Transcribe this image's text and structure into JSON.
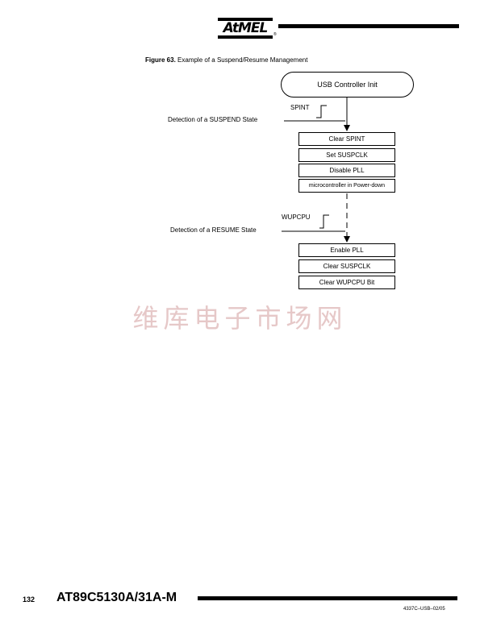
{
  "header": {
    "logo_text": "AtMEL",
    "registered_mark": "®"
  },
  "figure": {
    "number": "Figure 63.",
    "title": "Example of a Suspend/Resume Management"
  },
  "flow": {
    "start": "USB Controller Init",
    "suspend": {
      "signal": "SPINT",
      "label": "Detection of a SUSPEND State",
      "steps": [
        "Clear SPINT",
        "Set SUSPCLK",
        "Disable PLL",
        "microcontroller in Power-down"
      ]
    },
    "resume": {
      "signal": "WUPCPU",
      "label": "Detection of a RESUME State",
      "steps": [
        "Enable PLL",
        "Clear SUSPCLK",
        "Clear WUPCPU Bit"
      ]
    }
  },
  "watermark": "维库电子市场网",
  "footer": {
    "page_number": "132",
    "doc_title": "AT89C5130A/31A-M",
    "doc_code": "4337C–USB–02/05"
  }
}
